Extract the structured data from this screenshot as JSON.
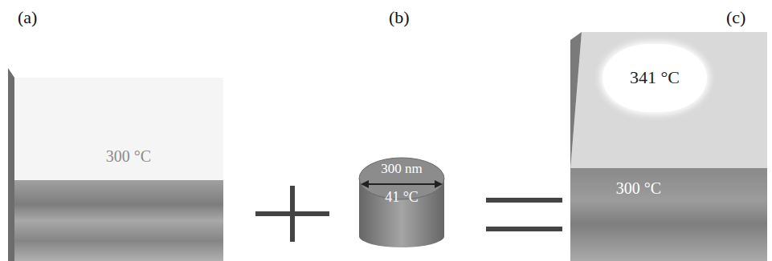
{
  "diagram": {
    "nodes": [
      {
        "text": [
          "300 °C"
        ]
      },
      {
        "text": [
          "300 nm",
          "41 °C"
        ]
      },
      {
        "text": [
          "300 °C"
        ]
      },
      {
        "text": [
          "341 °C"
        ],
        "in": 2
      }
    ],
    "labels": [
      "(a)",
      "(b)",
      "(c)"
    ]
  }
}
